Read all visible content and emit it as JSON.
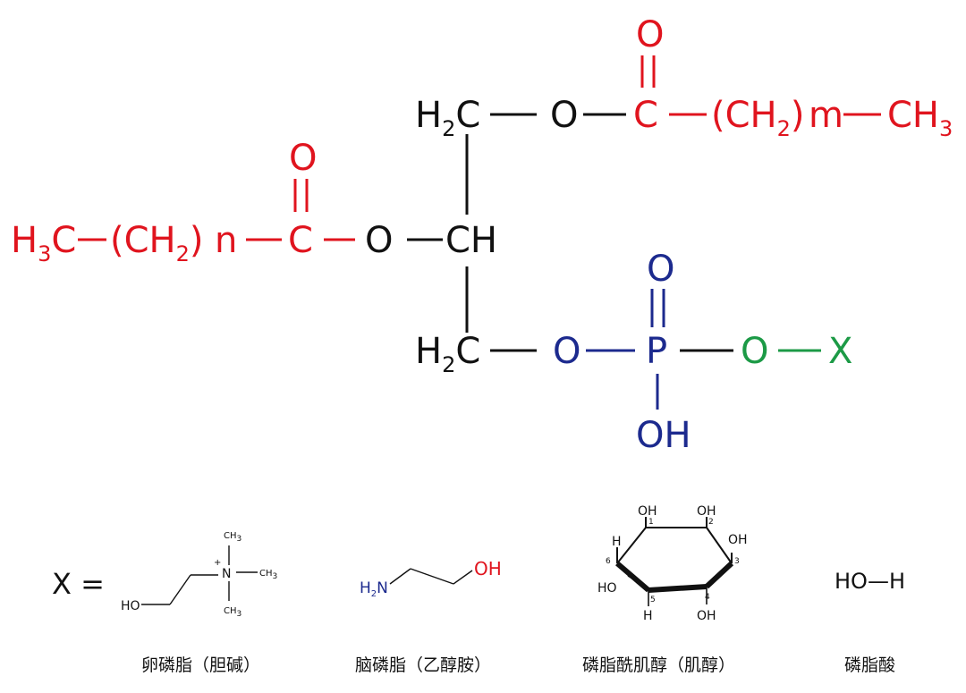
{
  "colors": {
    "black": "#111111",
    "red": "#e0141e",
    "blue": "#1c2a8e",
    "green": "#1c9a46"
  },
  "main": {
    "h2c_top": {
      "h": "H",
      "sub": "2",
      "c": "C"
    },
    "o_top": "O",
    "c_top": "C",
    "o_carbonyl_top": "O",
    "paren_open_top": "(",
    "ch_top": "CH",
    "ch_top_sub": "2",
    "paren_close_top": ")",
    "m_label": "m",
    "ch3_top": "CH",
    "ch3_top_sub": "3",
    "h3c_left": {
      "h": "H",
      "sub": "3",
      "c": "C"
    },
    "paren_open_left": "(",
    "ch_left": "CH",
    "ch_left_sub": "2",
    "paren_close_left": ")",
    "n_label": "n",
    "c_left": "C",
    "o_carbonyl_left": "O",
    "o_mid": "O",
    "ch_mid": "CH",
    "h2c_bottom": {
      "h": "H",
      "sub": "2",
      "c": "C"
    },
    "o_phos": "O",
    "p": "P",
    "o_phos_top": "O",
    "oh_phos": "OH",
    "o_x": "O",
    "x_main": "X"
  },
  "legend": {
    "x_equals": "X =",
    "choline": {
      "ho": "HO",
      "n": "N",
      "plus": "+",
      "ch3_top": "CH",
      "ch3_right": "CH",
      "ch3_bottom": "CH",
      "sub3": "3",
      "caption": "卵磷脂（胆碱）"
    },
    "ethanolamine": {
      "h2n_h": "H",
      "h2n_sub": "2",
      "h2n_n": "N",
      "oh": "OH",
      "caption": "脑磷脂（乙醇胺）"
    },
    "inositol": {
      "oh1": "OH",
      "oh2": "OH",
      "oh3": "OH",
      "oh4": "OH",
      "oh5": "HO",
      "h6": "H",
      "h5": "H",
      "n1": "1",
      "n2": "2",
      "n3": "3",
      "n4": "4",
      "n5": "5",
      "n6": "6",
      "caption": "磷脂酰肌醇（肌醇）"
    },
    "water": {
      "label": "HO—H",
      "caption": "磷脂酸"
    }
  }
}
